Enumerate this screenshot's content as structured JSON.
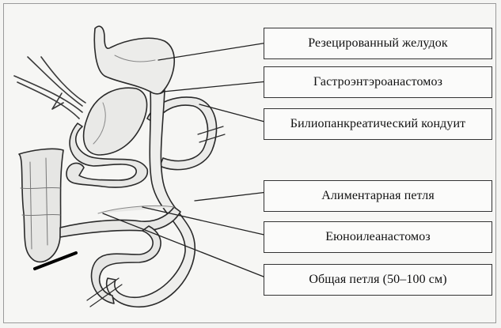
{
  "labels": {
    "stomach": "Резецированный желудок",
    "gastroenteroanastomosis": "Гастроэнтэроанастомоз",
    "biliopancreatic": "Билиопанкреатический кондуит",
    "alimentary": "Алиментарная петля",
    "jejunoileal": "Еюноилеанастомоз",
    "common": "Общая петля (50–100 см)"
  }
}
